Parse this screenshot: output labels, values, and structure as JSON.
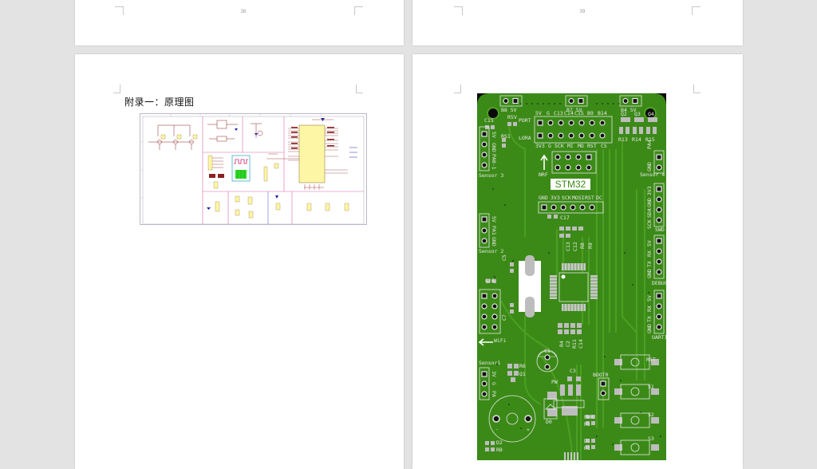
{
  "document": {
    "pages": [
      {
        "id": "page-38-top",
        "page_number": "38"
      },
      {
        "id": "page-39-top",
        "page_number": "39"
      },
      {
        "id": "page-40",
        "heading": "附录一：原理图",
        "figure": "schematic-diagram"
      },
      {
        "id": "page-41",
        "figure": "pcb-layout"
      }
    ]
  },
  "pcb": {
    "title_label": "STM32",
    "header_top": [
      "B8 5V",
      "B7 5V",
      "B4 5V"
    ],
    "port_row_top": [
      "5V",
      "G",
      "C13",
      "C14",
      "C15",
      "B9",
      "B14"
    ],
    "port_row_bottom": [
      "3V3",
      "G",
      "SCK",
      "MI",
      "MO",
      "RST",
      "CS"
    ],
    "port_label": "PORT",
    "lora_label": "LORA",
    "r5v_label": "R5V",
    "nrf_label": "NRF",
    "lcd_row": [
      "GND",
      "3V3",
      "SCK",
      "MOSI",
      "RST",
      "DC"
    ],
    "sensor3": {
      "label": "Sensor 3",
      "pins": [
        "5V",
        "GND",
        "PA0-1"
      ]
    },
    "sensor4": {
      "label": "Sensor 4",
      "pins": [
        "PA4",
        "GND"
      ]
    },
    "sensor2": {
      "label": "Sensor 2",
      "pins": [
        "5V",
        "PA1",
        "GND"
      ]
    },
    "sensor1": {
      "label": "Sensor1",
      "pins": [
        "3V",
        "G",
        "PA"
      ]
    },
    "swd": {
      "label": "SWD",
      "pins": [
        "3V3",
        "GND",
        "SDA",
        "SCK"
      ]
    },
    "debug": {
      "label": "DEBUG",
      "pins": [
        "5V",
        "RX",
        "TX",
        "GND"
      ]
    },
    "uart": {
      "label": "UART1",
      "pins": [
        "5V",
        "RX",
        "TX",
        "GND"
      ]
    },
    "wifi_label": "WiFi",
    "transistors": [
      "Q2",
      "Q3",
      "Q4"
    ],
    "resistors_top": [
      "R13",
      "R14",
      "R15"
    ],
    "components": {
      "c15": "C15",
      "rs1": "RS1",
      "c16": "C16",
      "c17": "C17",
      "c5": "C5",
      "c7": "C7",
      "c13": "C13",
      "c12": "C12",
      "r8": "R8",
      "r9": "R9",
      "r4": "R4",
      "c2": "C2",
      "r11": "R11",
      "c14": "C14",
      "c1": "C1",
      "c3": "C3",
      "r6": "R6",
      "q1": "Q1",
      "pw": "PW",
      "d0": "D0",
      "boot": "BOOT0",
      "pwr": "PWR",
      "r3": "R3",
      "d1": "D1",
      "r1": "R1",
      "d2": "D2",
      "rb": "RB"
    },
    "buttons": [
      "RST",
      "S1",
      "S2",
      "S3"
    ],
    "polarity": {
      "minus": "-",
      "plus": "+"
    }
  },
  "colors": {
    "background": "#e3e3e3",
    "page": "#ffffff",
    "pcb_green": "#3b8a17",
    "pcb_dark": "#2f7210",
    "silkscreen": "#e6e6e6",
    "schematic_yellow": "#fdf6a5",
    "schematic_pink": "#d46aa8",
    "schematic_green": "#22dd22"
  }
}
